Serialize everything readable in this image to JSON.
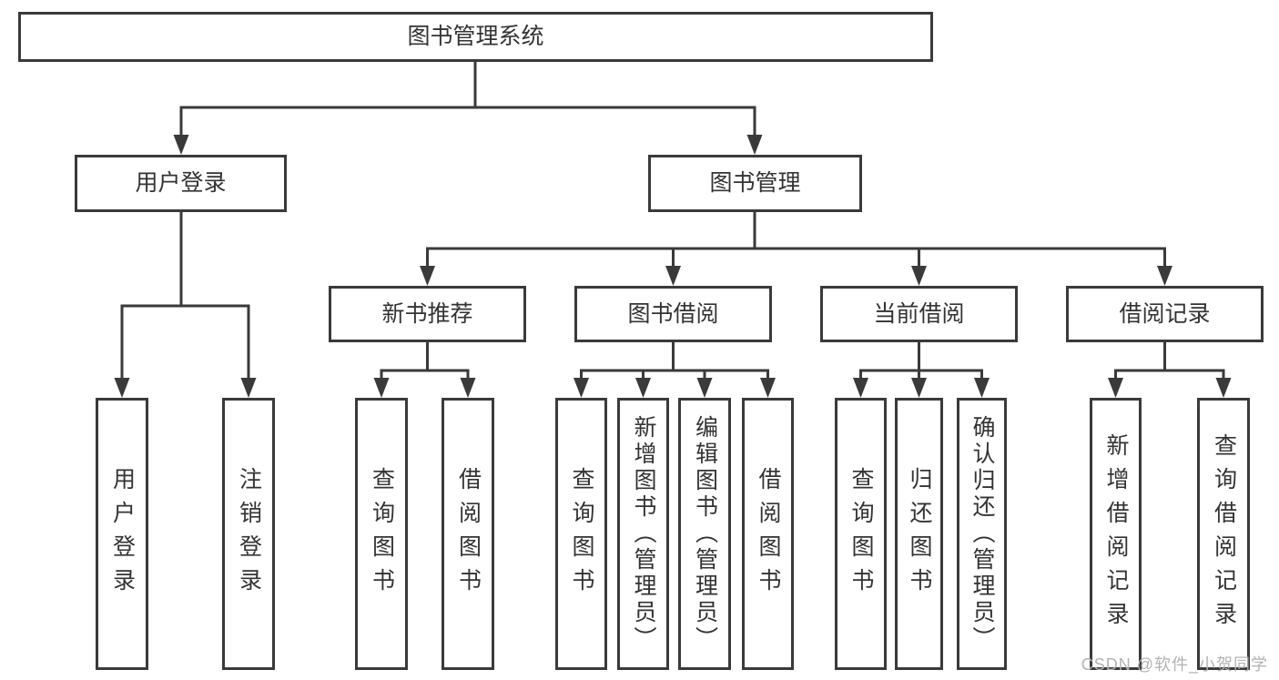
{
  "colors": {
    "line": "#3a3a3a",
    "text": "#333333",
    "box_background": "#ffffff",
    "watermark": "#b3b3b3"
  },
  "watermark": {
    "text": "CSDN @软件_小贺同学"
  },
  "tree": {
    "label": "图书管理系统",
    "children": [
      {
        "label": "用户登录",
        "children": [
          {
            "label": "用户登录"
          },
          {
            "label": "注销登录"
          }
        ]
      },
      {
        "label": "图书管理",
        "children": [
          {
            "label": "新书推荐",
            "children": [
              {
                "label": "查询图书"
              },
              {
                "label": "借阅图书"
              }
            ]
          },
          {
            "label": "图书借阅",
            "children": [
              {
                "label": "查询图书"
              },
              {
                "label": "新增图书（管理员）"
              },
              {
                "label": "编辑图书（管理员）"
              },
              {
                "label": "借阅图书"
              }
            ]
          },
          {
            "label": "当前借阅",
            "children": [
              {
                "label": "查询图书"
              },
              {
                "label": "归还图书"
              },
              {
                "label": "确认归还（管理员）"
              }
            ]
          },
          {
            "label": "借阅记录",
            "children": [
              {
                "label": "新增借阅记录"
              },
              {
                "label": "查询借阅记录"
              }
            ]
          }
        ]
      }
    ]
  }
}
